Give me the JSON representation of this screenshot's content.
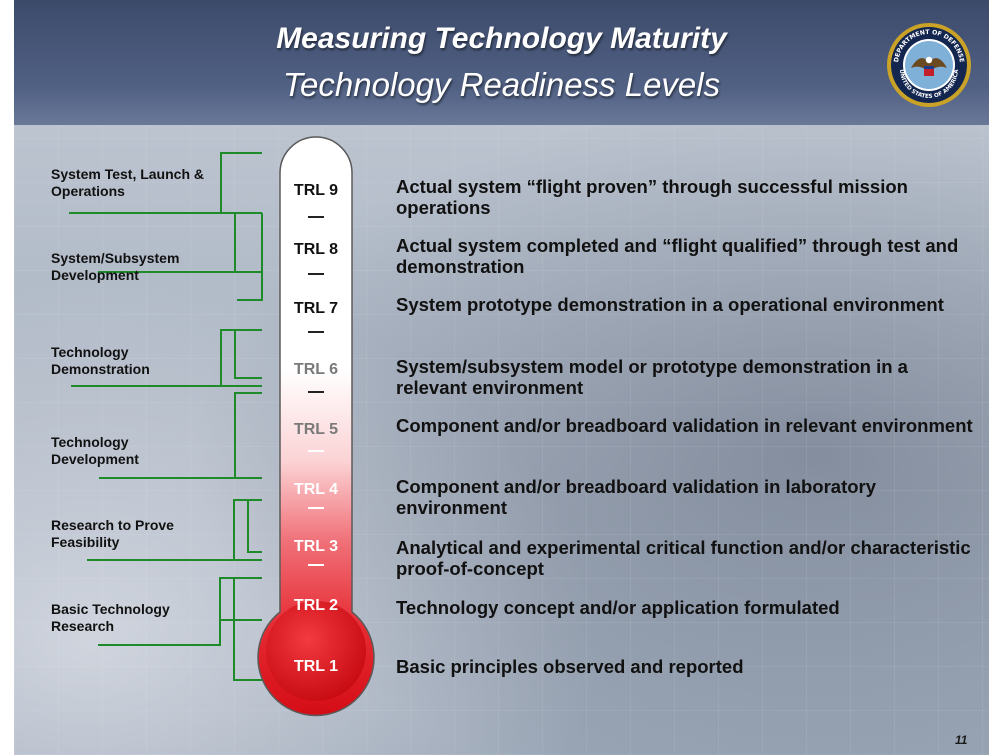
{
  "header": {
    "title": "Measuring Technology Maturity",
    "subtitle": "Technology Readiness Levels"
  },
  "seal": {
    "icon": "department-of-defense-seal-icon",
    "text": "DEPARTMENT OF DEFENSE · UNITED STATES OF AMERICA"
  },
  "phases": [
    {
      "label": "System Test, Launch & Operations"
    },
    {
      "label": "System/Subsystem Development"
    },
    {
      "label": "Technology Demonstration"
    },
    {
      "label": "Technology Development"
    },
    {
      "label": "Research to Prove Feasibility"
    },
    {
      "label": "Basic Technology Research"
    }
  ],
  "levels": [
    {
      "label": "TRL 9",
      "description": "Actual system “flight proven” through successful mission operations"
    },
    {
      "label": "TRL 8",
      "description": "Actual system completed and “flight qualified” through test and demonstration"
    },
    {
      "label": "TRL 7",
      "description": "System prototype demonstration in a operational environment"
    },
    {
      "label": "TRL 6",
      "description": "System/subsystem model or prototype demonstration in a relevant environment"
    },
    {
      "label": "TRL 5",
      "description": "Component and/or breadboard validation in relevant environment"
    },
    {
      "label": "TRL 4",
      "description": "Component and/or breadboard validation in laboratory environment"
    },
    {
      "label": "TRL 3",
      "description": "Analytical and experimental critical function and/or characteristic proof-of-concept"
    },
    {
      "label": "TRL 2",
      "description": "Technology concept and/or application formulated"
    },
    {
      "label": "TRL 1",
      "description": "Basic principles observed and reported"
    }
  ],
  "colors": {
    "title_band": "#46557a",
    "bracket_line": "#1f8a2a",
    "thermometer_red": "#e0121a",
    "thermometer_white": "#ffffff",
    "label_dark": "#111111",
    "label_gray": "#7a7a7a",
    "label_light": "#ffffff"
  },
  "footer": {
    "page_number": "11"
  }
}
